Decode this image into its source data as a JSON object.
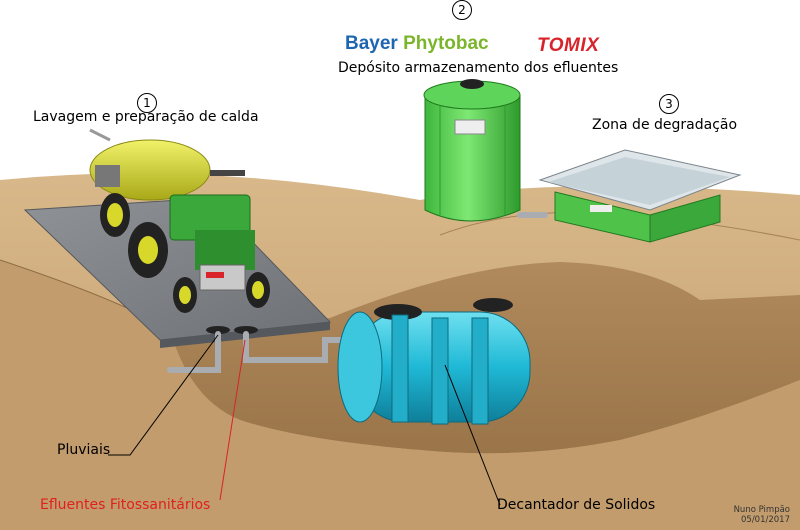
{
  "labels": {
    "stage1_number": "1",
    "stage1_title": "Lavagem e preparação de calda",
    "stage2_number": "2",
    "stage2_title": "Depósito armazenamento dos efluentes",
    "stage3_number": "3",
    "stage3_title": "Zona de degradação",
    "pluviais": "Pluviais",
    "efluentes": "Efluentes Fitossanitários",
    "decantador": "Decantador de Solidos"
  },
  "brands": {
    "bayer_part1": "Bayer",
    "bayer_part2": "Phytobac",
    "tomix": "TOMIX"
  },
  "credit": {
    "author": "Nuno Pimpão",
    "date": "05/01/2017"
  },
  "colors": {
    "soil": "#c9a77a",
    "tank_green": "#5fd45a",
    "decanter_blue": "#1fb9d6",
    "efluentes_red": "#e0201c",
    "tractor_green": "#3aa83a",
    "sprayer_yellow": "#d8d82a"
  }
}
